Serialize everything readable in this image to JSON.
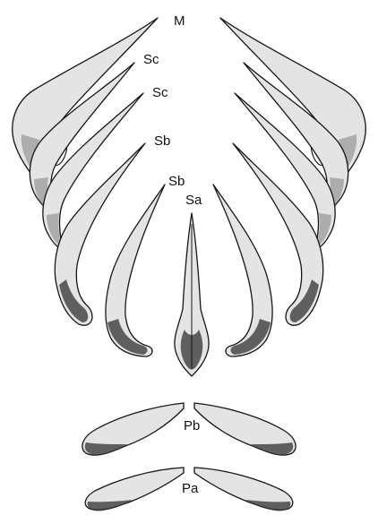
{
  "labels": {
    "m": "M",
    "sc_upper": "Sc",
    "sc_lower": "Sc",
    "sb_upper": "Sb",
    "sb_lower": "Sb",
    "sa": "Sa",
    "pb": "Pb",
    "pa": "Pa"
  },
  "colors": {
    "outline": "#161616",
    "fill": "#e4e4e4",
    "shading": "#3a3a3a",
    "background": "#ffffff"
  }
}
